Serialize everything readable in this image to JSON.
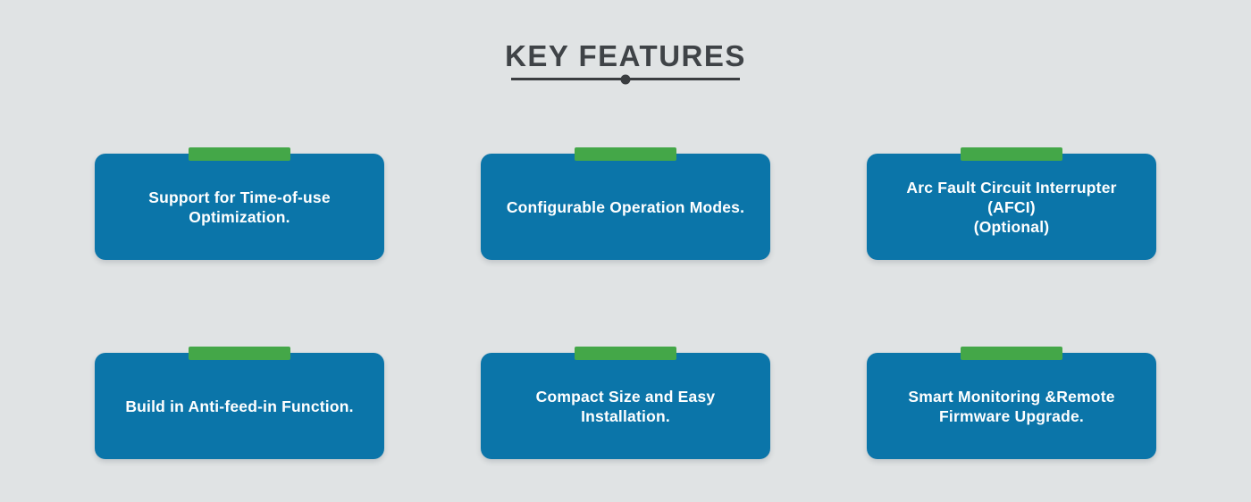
{
  "header": {
    "title": "KEY FEATURES"
  },
  "colors": {
    "background": "#e0e3e4",
    "card_blue": "#0b75a9",
    "tab_green": "#44a748",
    "title_text": "#3f4347",
    "divider": "#3a3d40",
    "card_text": "#ffffff"
  },
  "features": [
    {
      "line1": "Support for Time-of-use Optimization.",
      "line2": ""
    },
    {
      "line1": "Configurable Operation Modes.",
      "line2": ""
    },
    {
      "line1": "Arc Fault Circuit Interrupter (AFCI)",
      "line2": "(Optional)"
    },
    {
      "line1": "Build in Anti-feed-in Function.",
      "line2": ""
    },
    {
      "line1": "Compact Size and Easy Installation.",
      "line2": ""
    },
    {
      "line1": "Smart Monitoring &Remote",
      "line2": "Firmware Upgrade."
    }
  ]
}
